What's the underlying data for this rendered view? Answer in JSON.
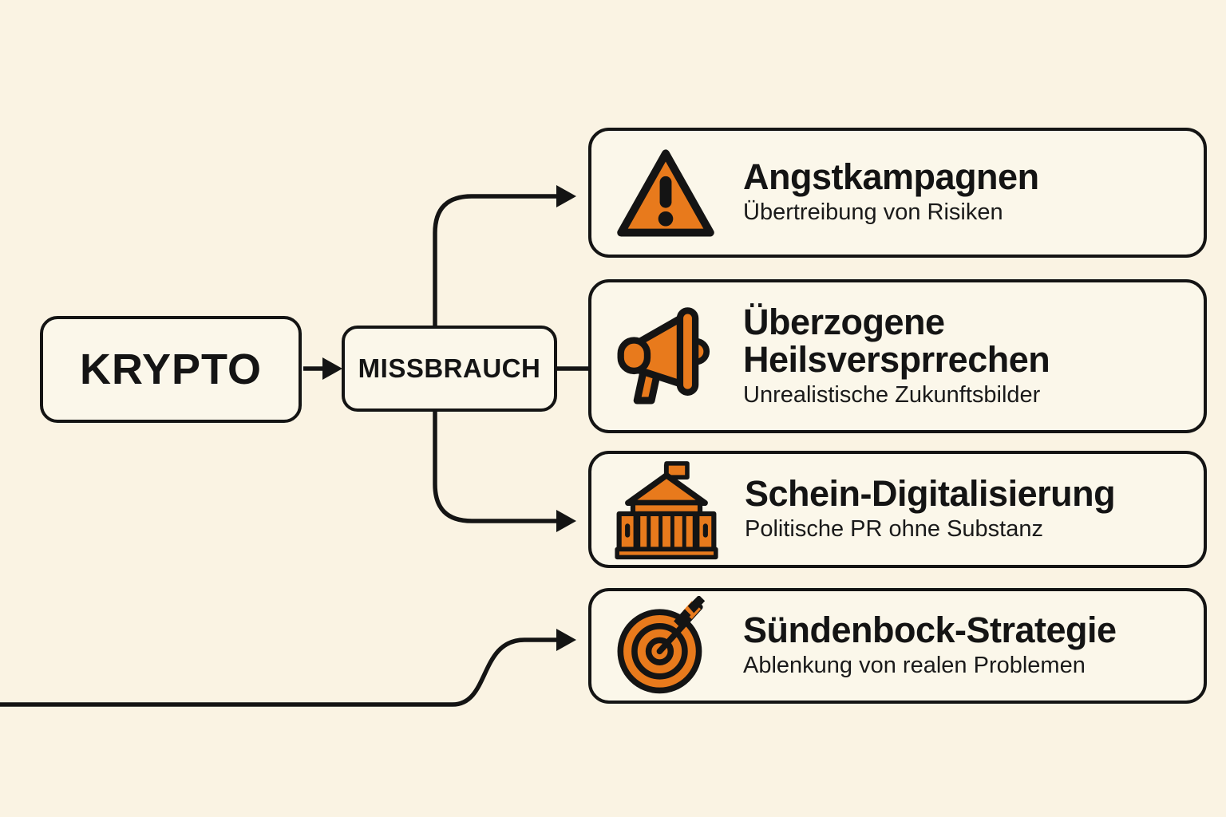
{
  "page": {
    "type": "flow-diagram",
    "language": "de",
    "colors": {
      "background": "#FAF3E3",
      "card_background": "#FBF7EA",
      "line": "#141414",
      "accent_orange": "#E87A1C"
    }
  },
  "nodes": {
    "source": {
      "label": "KRYPTO"
    },
    "hub": {
      "label": "MISSBRAUCH"
    }
  },
  "cards": [
    {
      "icon": "warning-triangle-icon",
      "title": "Angstkampagnen",
      "subtitle": "Übertreibung von Risiken"
    },
    {
      "icon": "megaphone-icon",
      "title": "Überzogene Heilsversprrechen",
      "subtitle": "Unrealistische Zukunftsbilder"
    },
    {
      "icon": "government-building-icon",
      "title": "Schein-Digitalisierung",
      "subtitle": "Politische PR ohne Substanz"
    },
    {
      "icon": "target-dart-icon",
      "title": "Sündenbock-Strategie",
      "subtitle": "Ablenkung von realen Problemen"
    }
  ],
  "connections": [
    {
      "from": "KRYPTO",
      "to": "MISSBRAUCH",
      "arrow": true
    },
    {
      "from": "MISSBRAUCH",
      "to": "Angstkampagnen",
      "arrow": true
    },
    {
      "from": "MISSBRAUCH",
      "to": "Überzogene Heilsversprrechen",
      "arrow": false
    },
    {
      "from": "MISSBRAUCH",
      "to": "Schein-Digitalisierung",
      "arrow": true
    },
    {
      "from": "off-screen-left",
      "to": "Sündenbock-Strategie",
      "arrow": true
    }
  ]
}
